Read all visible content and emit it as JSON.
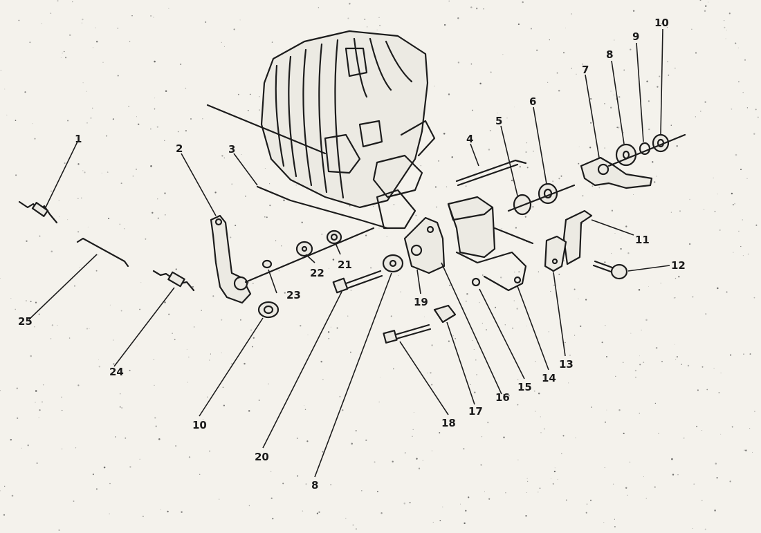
{
  "diagram": {
    "callouts": [
      {
        "id": "c1",
        "text": "1"
      },
      {
        "id": "c2",
        "text": "2"
      },
      {
        "id": "c3",
        "text": "3"
      },
      {
        "id": "c4",
        "text": "4"
      },
      {
        "id": "c5",
        "text": "5"
      },
      {
        "id": "c6",
        "text": "6"
      },
      {
        "id": "c7",
        "text": "7"
      },
      {
        "id": "c8a",
        "text": "8"
      },
      {
        "id": "c8b",
        "text": "8"
      },
      {
        "id": "c9",
        "text": "9"
      },
      {
        "id": "c10a",
        "text": "10"
      },
      {
        "id": "c10b",
        "text": "10"
      },
      {
        "id": "c11",
        "text": "11"
      },
      {
        "id": "c12",
        "text": "12"
      },
      {
        "id": "c13",
        "text": "13"
      },
      {
        "id": "c14",
        "text": "14"
      },
      {
        "id": "c15",
        "text": "15"
      },
      {
        "id": "c16",
        "text": "16"
      },
      {
        "id": "c17",
        "text": "17"
      },
      {
        "id": "c18",
        "text": "18"
      },
      {
        "id": "c19",
        "text": "19"
      },
      {
        "id": "c20",
        "text": "20"
      },
      {
        "id": "c21",
        "text": "21"
      },
      {
        "id": "c22",
        "text": "22"
      },
      {
        "id": "c23",
        "text": "23"
      },
      {
        "id": "c24",
        "text": "24"
      },
      {
        "id": "c25",
        "text": "25"
      }
    ]
  }
}
